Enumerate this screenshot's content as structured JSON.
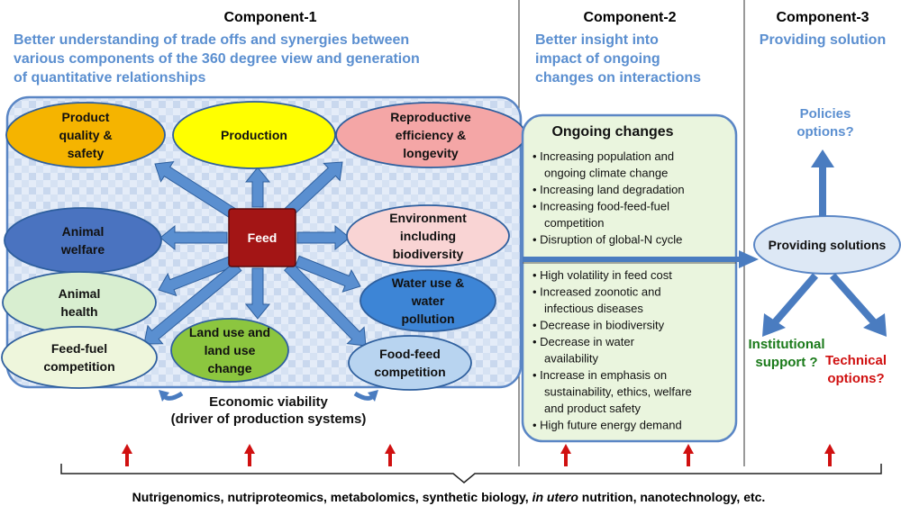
{
  "component1": {
    "title": "Component-1",
    "subtitle_lines": [
      "Better understanding  of trade offs and synergies  between",
      "various components of the 360 degree view and generation",
      "of quantitative  relationships"
    ]
  },
  "component2": {
    "title": "Component-2",
    "subtitle_lines": [
      "Better insight into",
      "impact of ongoing",
      "changes on interactions"
    ]
  },
  "component3": {
    "title": "Component-3",
    "subtitle_lines": [
      "Providing solution"
    ]
  },
  "center_node": "Feed",
  "nodes": [
    {
      "id": "product-quality",
      "lines": [
        "Product",
        "quality &",
        "safety"
      ],
      "fill": "#f5b400"
    },
    {
      "id": "production",
      "lines": [
        "Production"
      ],
      "fill": "#ffff00"
    },
    {
      "id": "reproductive",
      "lines": [
        "Reproductive",
        "efficiency &",
        "longevity"
      ],
      "fill": "#f4a6a6"
    },
    {
      "id": "animal-welfare",
      "lines": [
        "Animal",
        "welfare"
      ],
      "fill": "#4a73c0"
    },
    {
      "id": "environment",
      "lines": [
        "Environment",
        "including",
        "biodiversity"
      ],
      "fill": "#f9d4d4"
    },
    {
      "id": "animal-health",
      "lines": [
        "Animal",
        "health"
      ],
      "fill": "#d8eed0"
    },
    {
      "id": "water",
      "lines": [
        "Water use &",
        "water",
        "pollution"
      ],
      "fill": "#3d85d6"
    },
    {
      "id": "feed-fuel",
      "lines": [
        "Feed-fuel",
        "competition"
      ],
      "fill": "#eef6dc"
    },
    {
      "id": "land-use",
      "lines": [
        "Land use and",
        "land use",
        "change"
      ],
      "fill": "#8cc63f"
    },
    {
      "id": "food-feed",
      "lines": [
        "Food-feed",
        "competition"
      ],
      "fill": "#b8d4f0"
    }
  ],
  "economic_viability": [
    "Economic viability",
    "(driver of production systems)"
  ],
  "ongoing_changes": {
    "title": "Ongoing changes",
    "group1": [
      [
        "Increasing population and",
        "ongoing climate change"
      ],
      [
        "Increasing land degradation"
      ],
      [
        "Increasing food-feed-fuel",
        "competition"
      ],
      [
        "Disruption of global-N cycle"
      ]
    ],
    "group2": [
      [
        "High volatility in feed cost"
      ],
      [
        "Increased zoonotic and",
        "infectious diseases"
      ],
      [
        "Decrease in biodiversity"
      ],
      [
        "Decrease in water",
        "availability"
      ],
      [
        "Increase in emphasis on",
        "sustainability, ethics, welfare",
        "and product safety"
      ],
      [
        "High future energy demand"
      ]
    ]
  },
  "solutions": {
    "center": "Providing solutions",
    "policies": [
      "Policies",
      "options?"
    ],
    "institutional": [
      "Institutional",
      "support ?"
    ],
    "technical": [
      "Technical",
      "options?"
    ]
  },
  "footer": {
    "before": "Nutrigenomics, nutriproteomics, metabolomics, synthetic biology, ",
    "italic": "in utero",
    "after": " nutrition, nanotechnology, etc."
  },
  "colors": {
    "subtitle": "#5b8fd0",
    "arrow": "#4a7cc0",
    "feed_box": "#a31515",
    "institutional": "#1a7a1a",
    "technical": "#d01010",
    "footer_arrow": "#d01010"
  }
}
